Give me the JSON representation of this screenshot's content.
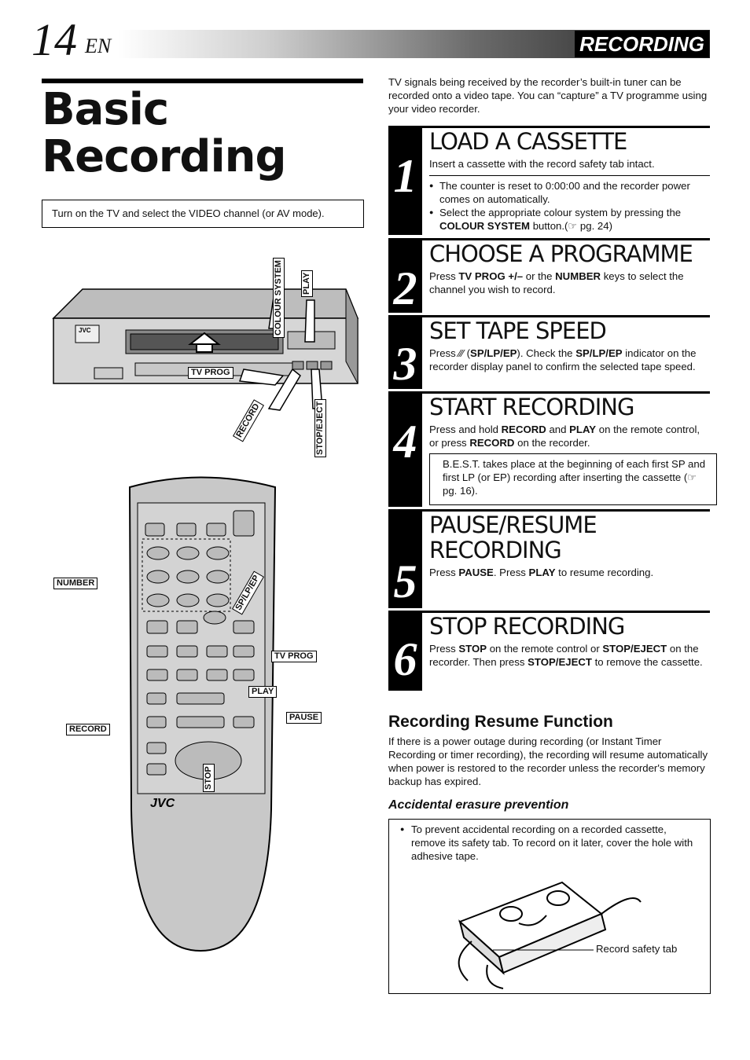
{
  "header": {
    "page_number": "14",
    "lang": "EN",
    "section": "RECORDING"
  },
  "title": {
    "line1": "Basic",
    "line2": "Recording"
  },
  "intro_box": "Turn on the TV and select the VIDEO channel (or AV mode).",
  "intro_text": "TV signals being received by the recorder’s built-in tuner can be recorded onto a video tape. You can “capture” a TV programme using your video recorder.",
  "vcr_labels": {
    "brand": "JVC",
    "colour_system": "COLOUR SYSTEM",
    "play": "PLAY",
    "tv_prog": "TV PROG",
    "record": "RECORD",
    "stop_eject": "STOP/EJECT"
  },
  "remote_labels": {
    "number": "NUMBER",
    "sp_lp_ep": "SP/LP/EP",
    "tv_prog": "TV PROG",
    "play": "PLAY",
    "pause": "PAUSE",
    "record": "RECORD",
    "stop": "STOP",
    "brand": "JVC"
  },
  "steps": [
    {
      "num": "1",
      "title": "LOAD A CASSETTE",
      "text": "Insert a cassette with the record safety tab intact.",
      "bullets": [
        "The counter is reset to 0:00:00 and the recorder power comes on automatically.",
        "Select the appropriate colour system by pressing the COLOUR SYSTEM button.(☞ pg. 24)"
      ]
    },
    {
      "num": "2",
      "title": "CHOOSE A PROGRAMME",
      "text": "Press TV PROG +/– or the NUMBER keys to select the channel you wish to record."
    },
    {
      "num": "3",
      "title": "SET TAPE SPEED",
      "text": "Press ⁄⁄⁄ (SP/LP/EP). Check the SP/LP/EP indicator on the recorder display panel to confirm the selected tape speed."
    },
    {
      "num": "4",
      "title": "START RECORDING",
      "text": "Press and hold RECORD and PLAY on the remote control, or press RECORD on the recorder.",
      "note": "B.E.S.T. takes place at the beginning of each first SP and first LP (or EP) recording after inserting the cassette (☞ pg. 16)."
    },
    {
      "num": "5",
      "title": "PAUSE/RESUME RECORDING",
      "text": "Press PAUSE. Press PLAY to resume recording."
    },
    {
      "num": "6",
      "title": "STOP RECORDING",
      "text": "Press STOP on the remote control or STOP/EJECT on the recorder. Then press STOP/EJECT to remove the cassette."
    }
  ],
  "resume": {
    "heading": "Recording Resume Function",
    "text": "If there is a power outage during recording (or Instant Timer Recording or timer recording), the recording will resume automatically when power is restored to the recorder unless the recorder's memory backup has expired."
  },
  "accidental": {
    "heading": "Accidental erasure prevention",
    "text": "To prevent accidental recording on a recorded cassette, remove its safety tab. To record on it later, cover the hole with adhesive tape.",
    "tab_label": "Record safety tab"
  }
}
